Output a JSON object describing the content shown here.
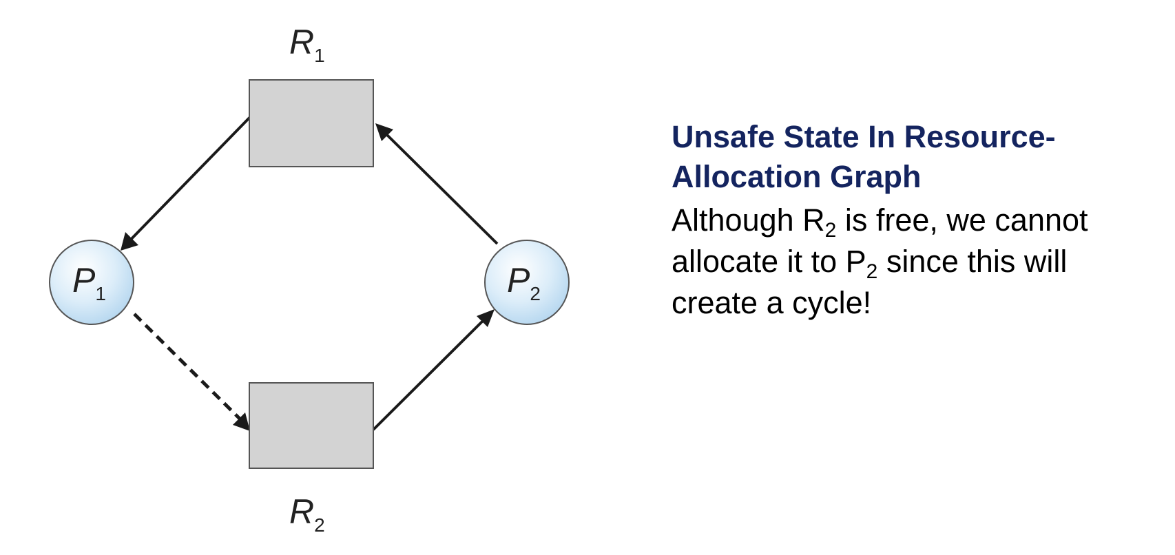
{
  "diagram": {
    "nodes": {
      "r1": {
        "letter": "R",
        "sub": "1"
      },
      "r2": {
        "letter": "R",
        "sub": "2"
      },
      "p1": {
        "letter": "P",
        "sub": "1"
      },
      "p2": {
        "letter": "P",
        "sub": "2"
      }
    },
    "edges": [
      {
        "from": "R1",
        "to": "P1",
        "kind": "assignment"
      },
      {
        "from": "P1",
        "to": "R2",
        "kind": "claim"
      },
      {
        "from": "R2",
        "to": "P2",
        "kind": "assignment"
      },
      {
        "from": "P2",
        "to": "R1",
        "kind": "request"
      }
    ],
    "colors": {
      "resource_fill": "#d3d3d3",
      "process_fill": "#cfe6f7",
      "edge": "#1a1a1a"
    }
  },
  "panel": {
    "title": "Unsafe State In Resource-Allocation Graph",
    "line1_pre": "Although R",
    "line1_sub": "2",
    "line1_post": " is free, we cannot",
    "line2_pre": "allocate it to P",
    "line2_sub": "2",
    "line2_post": " since this will",
    "line3": "create a cycle!"
  }
}
